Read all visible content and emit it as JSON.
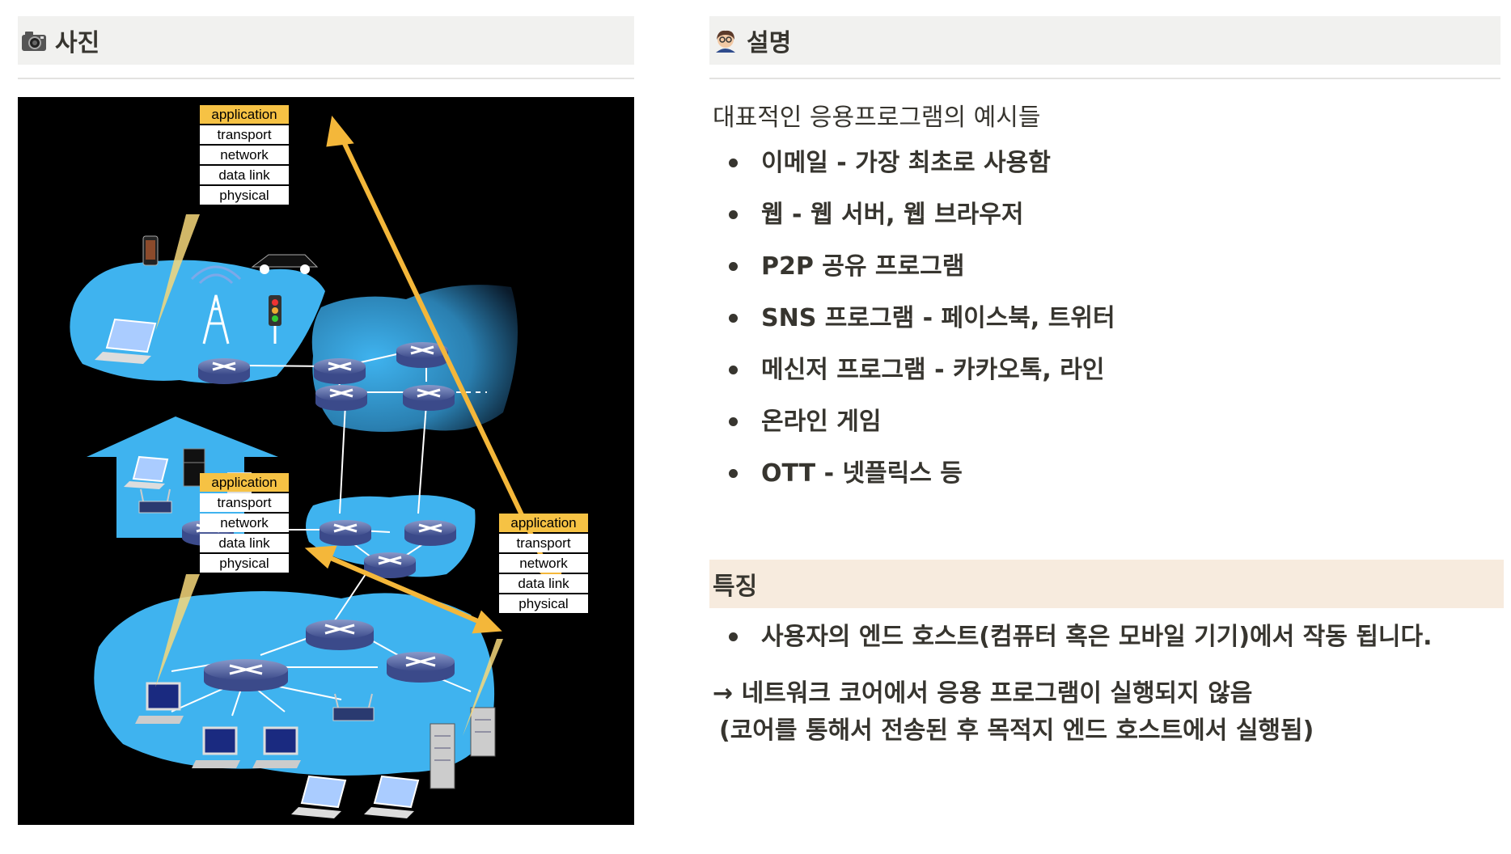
{
  "left": {
    "header": {
      "title": "사진",
      "icon": "camera-icon"
    },
    "diagram": {
      "stacks": [
        {
          "layers": [
            "application",
            "transport",
            "network",
            "data link",
            "physical"
          ]
        },
        {
          "layers": [
            "application",
            "transport",
            "network",
            "data link",
            "physical"
          ]
        },
        {
          "layers": [
            "application",
            "transport",
            "network",
            "data link",
            "physical"
          ]
        }
      ],
      "colors": {
        "background": "#000000",
        "network": "#3fb3ef",
        "arrow": "#f4b73a",
        "highlight": "#f6c244"
      }
    }
  },
  "right": {
    "header": {
      "title": "설명",
      "icon": "student-emoji-icon"
    },
    "intro": "대표적인 응용프로그램의 예시들",
    "bullets": [
      "이메일 - 가장 최초로 사용함",
      "웹 - 웹 서버, 웹 브라우저",
      "P2P 공유 프로그램",
      "SNS 프로그램 - 페이스북, 트위터",
      "메신저 프로그램 - 카카오톡, 라인",
      "온라인 게임",
      "OTT - 넷플릭스 등"
    ],
    "features_header": "특징",
    "feature_bullet": "사용자의 엔드 호스트(컴퓨터 혹은 모바일 기기)에서 작동 됩니다.",
    "note_line1": "→ 네트워크 코어에서 응용 프로그램이 실행되지 않음",
    "note_line2": "(코어를 통해서 전송된 후 목적지 엔드 호스트에서 실행됨)",
    "colors": {
      "header_bg": "#f1f1ef",
      "feature_header_bg": "#f7ebde"
    }
  }
}
